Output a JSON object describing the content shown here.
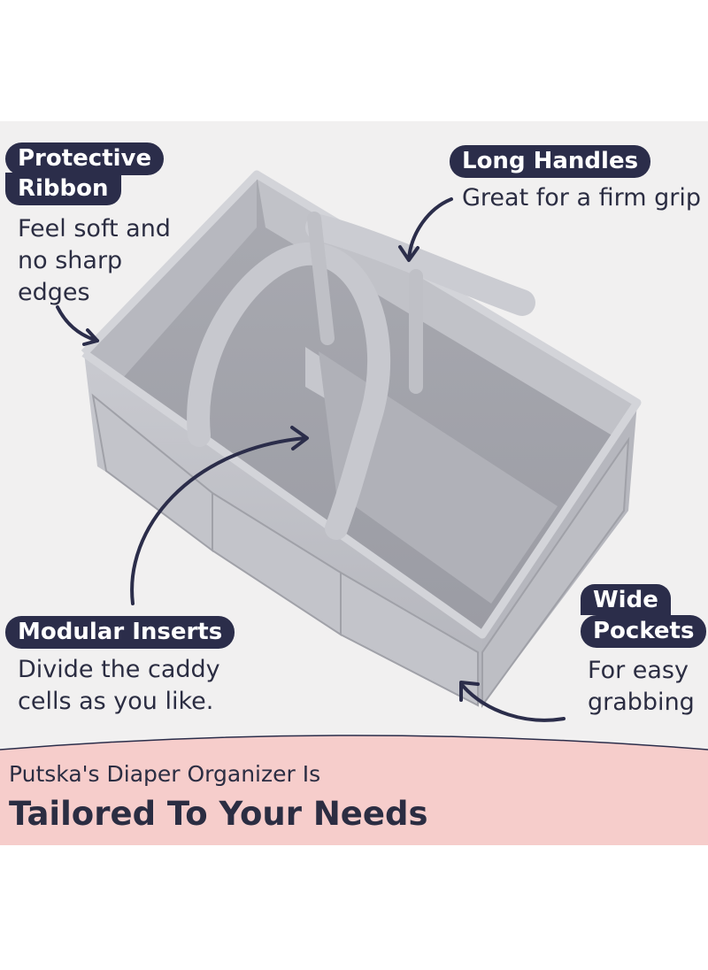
{
  "callouts": {
    "protective_ribbon": {
      "title_line1": "Protective",
      "title_line2": "Ribbon",
      "desc_line1": "Feel soft and",
      "desc_line2": "no sharp",
      "desc_line3": "edges"
    },
    "long_handles": {
      "title": "Long Handles",
      "desc": "Great for a firm grip"
    },
    "modular_inserts": {
      "title": "Modular Inserts",
      "desc_line1": "Divide the caddy",
      "desc_line2": "cells as you like."
    },
    "wide_pockets": {
      "title_line1": "Wide",
      "title_line2": "Pockets",
      "desc_line1": "For easy",
      "desc_line2": "grabbing"
    }
  },
  "banner": {
    "subtitle": "Putska's Diaper Organizer Is",
    "headline": "Tailored To Your Needs"
  },
  "colors": {
    "badge_bg": "#2b2d4a",
    "text": "#2b2d42",
    "banner_bg": "#f6cdcb",
    "panel_bg": "#f1f0f0",
    "felt": "#b9bac0"
  }
}
